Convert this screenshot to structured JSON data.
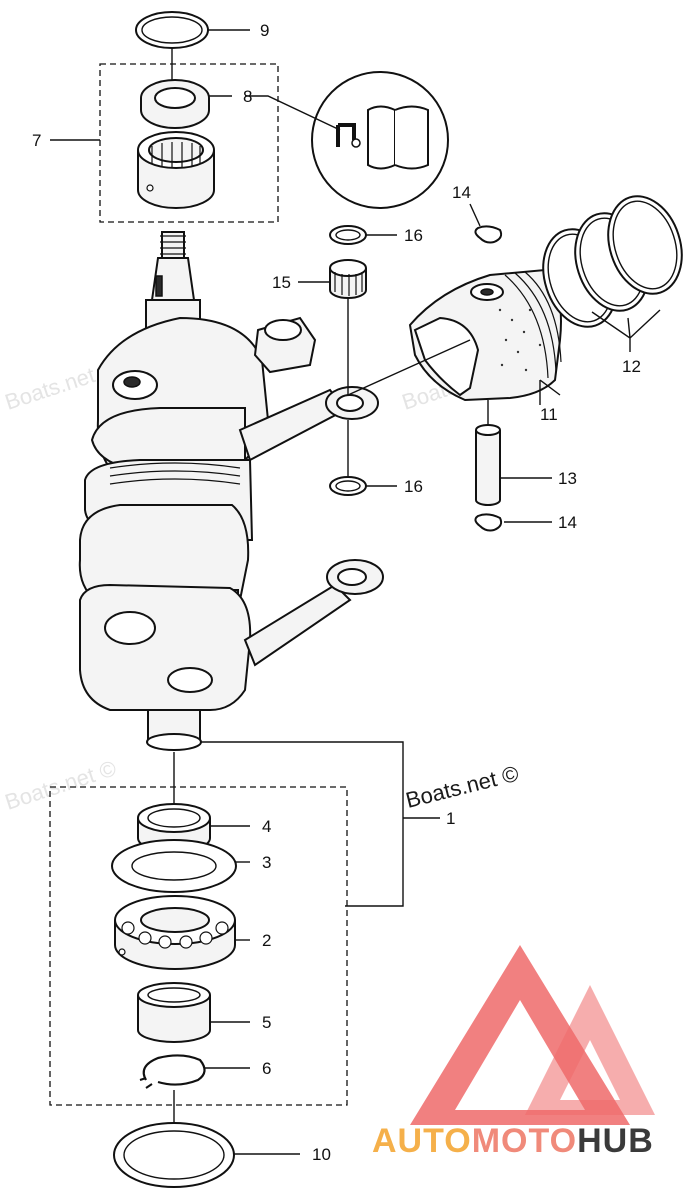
{
  "diagram": {
    "callouts": [
      {
        "id": "9",
        "text": "9"
      },
      {
        "id": "8",
        "text": "8"
      },
      {
        "id": "7",
        "text": "7"
      },
      {
        "id": "14a",
        "text": "14"
      },
      {
        "id": "16a",
        "text": "16"
      },
      {
        "id": "15",
        "text": "15"
      },
      {
        "id": "12",
        "text": "12"
      },
      {
        "id": "11",
        "text": "11"
      },
      {
        "id": "13",
        "text": "13"
      },
      {
        "id": "16b",
        "text": "16"
      },
      {
        "id": "14b",
        "text": "14"
      },
      {
        "id": "1",
        "text": "1"
      },
      {
        "id": "4",
        "text": "4"
      },
      {
        "id": "3",
        "text": "3"
      },
      {
        "id": "2",
        "text": "2"
      },
      {
        "id": "5",
        "text": "5"
      },
      {
        "id": "6",
        "text": "6"
      },
      {
        "id": "10",
        "text": "10"
      }
    ],
    "watermark": "Boats.net ©",
    "brand": {
      "auto": "AUTO",
      "moto": "MOTO",
      "hub": "HUB",
      "colors": {
        "auto": "#f5b04a",
        "moto": "#f08a7a",
        "hub": "#3a3a3a",
        "logo": "#ee6a6a"
      }
    }
  }
}
